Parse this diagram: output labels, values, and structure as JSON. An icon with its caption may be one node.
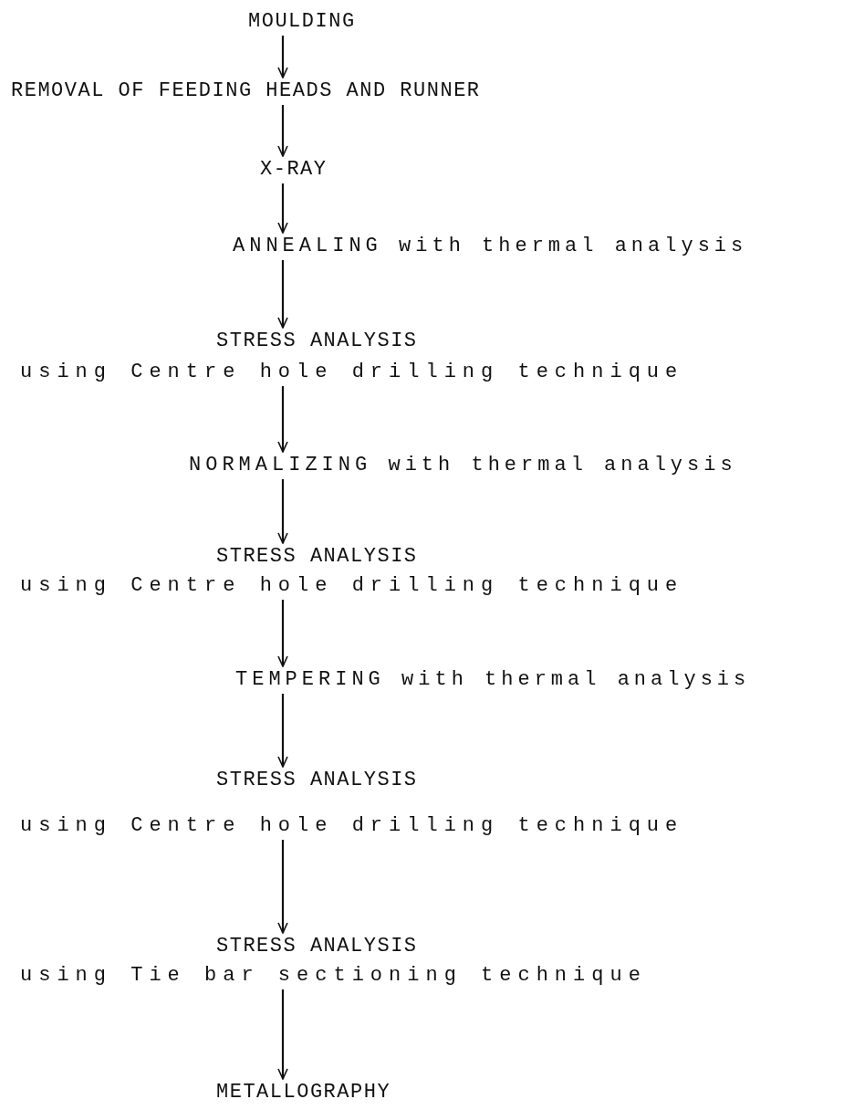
{
  "diagram": {
    "nodes": [
      {
        "text": [
          "MOULDING"
        ]
      },
      {
        "text": [
          "REMOVAL OF FEEDING HEADS AND RUNNER"
        ]
      },
      {
        "text": [
          "X-RAY"
        ]
      },
      {
        "text": [
          "ANNEALING with thermal analysis"
        ]
      },
      {
        "text": [
          "STRESS ANALYSIS",
          "using Centre hole drilling technique"
        ]
      },
      {
        "text": [
          "NORMALIZING with thermal analysis"
        ]
      },
      {
        "text": [
          "STRESS ANALYSIS",
          "using Centre hole drilling technique"
        ]
      },
      {
        "text": [
          "TEMPERING with thermal analysis"
        ]
      },
      {
        "text": [
          "STRESS ANALYSIS",
          "using Centre hole drilling technique"
        ]
      },
      {
        "text": [
          "STRESS ANALYSIS",
          "using Tie bar sectioning technique"
        ]
      },
      {
        "text": [
          "METALLOGRAPHY"
        ]
      }
    ],
    "edges": [
      {
        "from": 0,
        "to": 1,
        "arrow": "to"
      },
      {
        "from": 1,
        "to": 2,
        "arrow": "to"
      },
      {
        "from": 2,
        "to": 3,
        "arrow": "to"
      },
      {
        "from": 3,
        "to": 4,
        "arrow": "to"
      },
      {
        "from": 4,
        "to": 5,
        "arrow": "to"
      },
      {
        "from": 5,
        "to": 6,
        "arrow": "to"
      },
      {
        "from": 6,
        "to": 7,
        "arrow": "to"
      },
      {
        "from": 7,
        "to": 8,
        "arrow": "to"
      },
      {
        "from": 8,
        "to": 9,
        "arrow": "to"
      },
      {
        "from": 9,
        "to": 10,
        "arrow": "to"
      }
    ]
  }
}
